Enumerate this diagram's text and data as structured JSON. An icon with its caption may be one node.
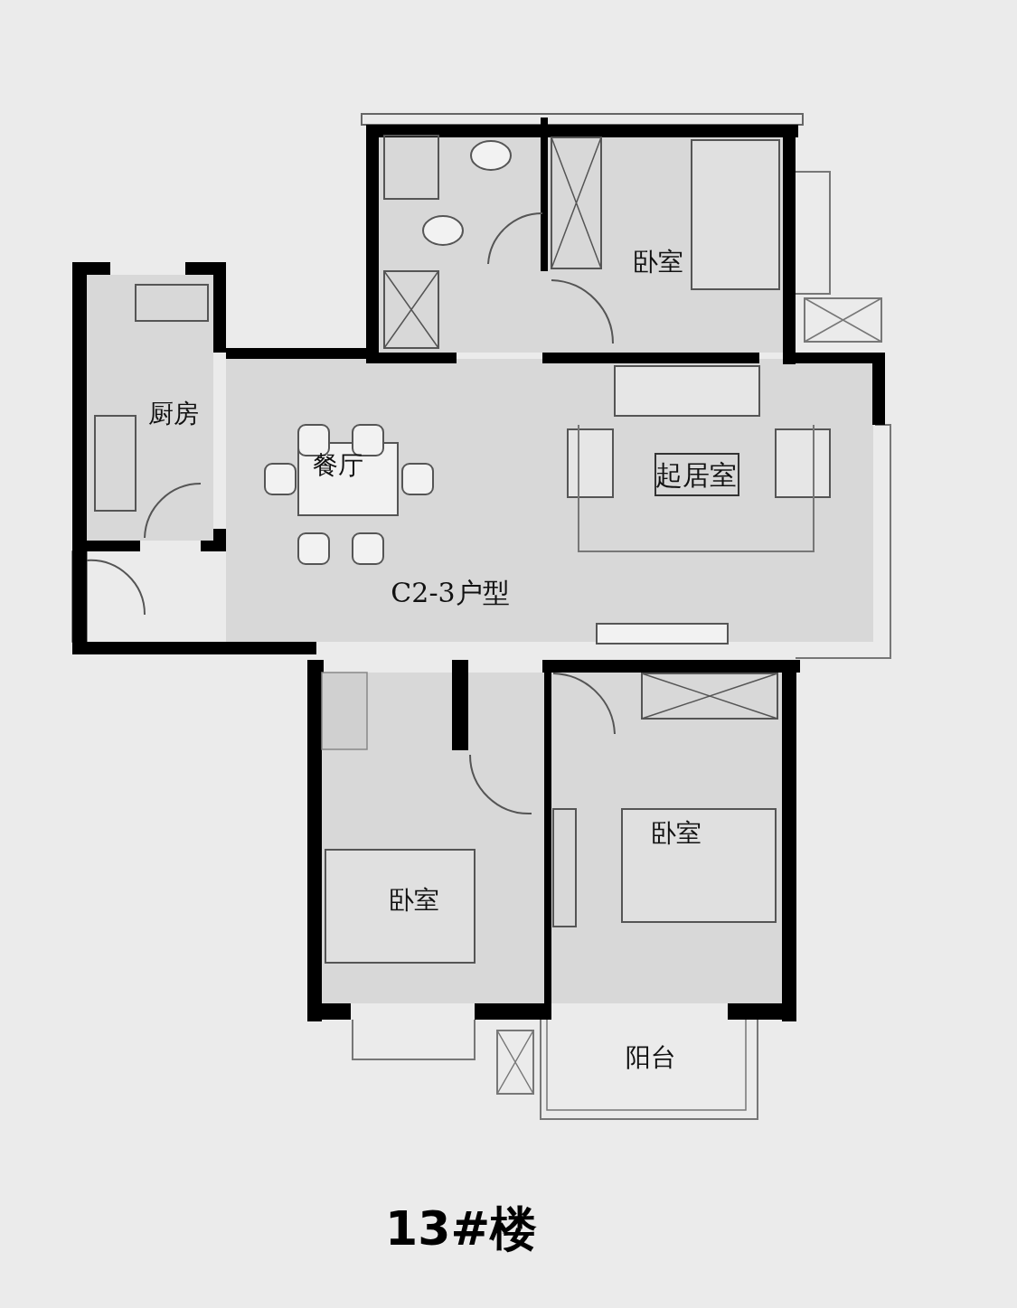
{
  "diagram": {
    "caption": "13#楼",
    "labels": [
      "卧室",
      "厨房",
      "餐厅",
      "起居室",
      "C2-3户型",
      "卧室",
      "卧室",
      "阳台"
    ]
  }
}
